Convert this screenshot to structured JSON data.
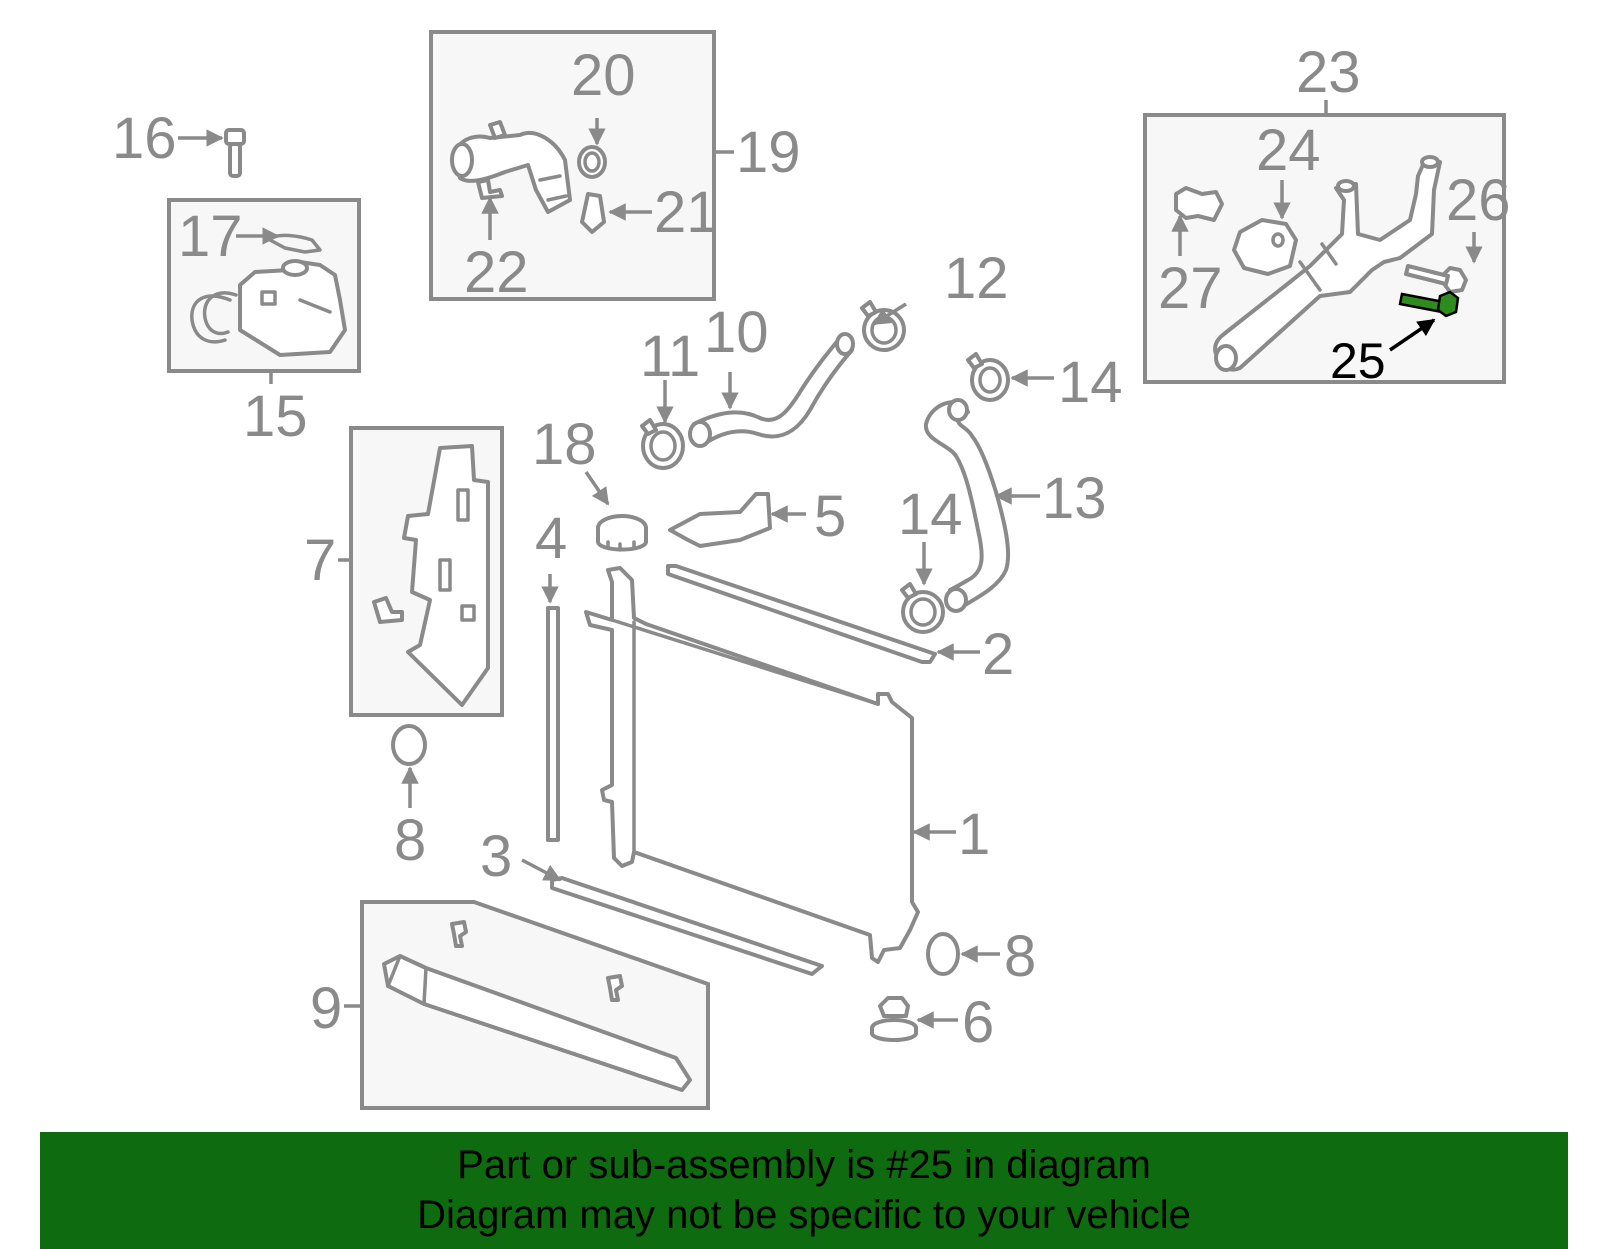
{
  "diagram": {
    "highlight_color": "#2e8b1e",
    "line_color": "#8a8a8a",
    "callouts": {
      "c1": "1",
      "c2": "2",
      "c3": "3",
      "c4": "4",
      "c5": "5",
      "c6": "6",
      "c7": "7",
      "c8a": "8",
      "c8b": "8",
      "c9": "9",
      "c10": "10",
      "c11": "11",
      "c12": "12",
      "c13": "13",
      "c14a": "14",
      "c14b": "14",
      "c15": "15",
      "c16": "16",
      "c17": "17",
      "c18": "18",
      "c19": "19",
      "c20": "20",
      "c21": "21",
      "c22": "22",
      "c23": "23",
      "c24": "24",
      "c25": "25",
      "c26": "26",
      "c27": "27"
    }
  },
  "banner": {
    "background": "#0f6b0f",
    "line1": "Part or sub-assembly is #25 in diagram",
    "line2": "Diagram may not be specific to your vehicle"
  }
}
